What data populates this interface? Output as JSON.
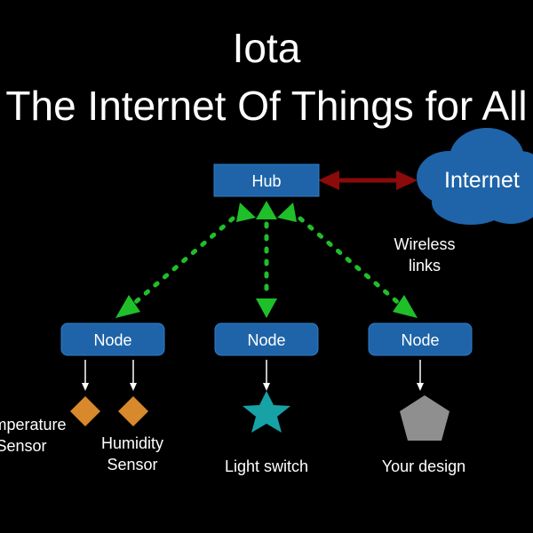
{
  "title": {
    "line1": "Iota",
    "line2": "The Internet Of Things for All"
  },
  "hub": {
    "label": "Hub"
  },
  "internet": {
    "label": "Internet"
  },
  "wireless": {
    "line1": "Wireless",
    "line2": "links"
  },
  "nodes": [
    {
      "label": "Node"
    },
    {
      "label": "Node"
    },
    {
      "label": "Node"
    }
  ],
  "devices": {
    "temperature": {
      "line1": "Temperature",
      "line2": "Sensor"
    },
    "humidity": {
      "line1": "Humidity",
      "line2": "Sensor"
    },
    "light_switch": {
      "label": "Light switch"
    },
    "your_design": {
      "label": "Your design"
    }
  },
  "colors": {
    "background": "#000000",
    "box_fill": "#1f64a8",
    "box_stroke": "#2f7cc4",
    "cloud_fill": "#1f64a8",
    "bidirectional_arrow": "#8b0a0a",
    "wireless_link": "#1fbf2a",
    "sensor_diamond": "#d8892c",
    "light_switch_star": "#17a2a6",
    "design_pentagon": "#8f8f8f",
    "text": "#ffffff"
  },
  "icons": {
    "temperature": "diamond-icon",
    "humidity": "diamond-icon",
    "light_switch": "star-icon",
    "your_design": "pentagon-icon"
  }
}
